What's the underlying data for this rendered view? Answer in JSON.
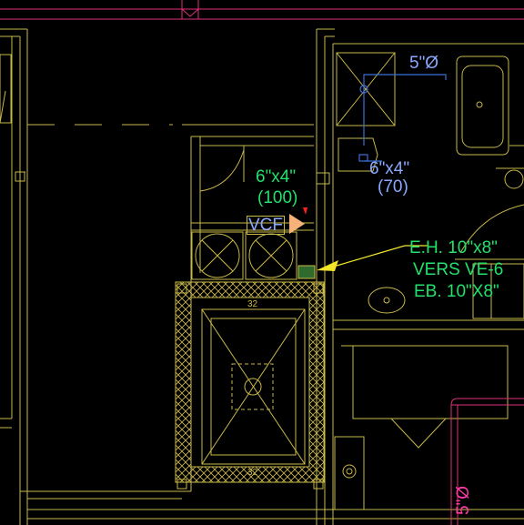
{
  "labels": {
    "duct_top_right": "5\"Ø",
    "duct_green_size": "6\"x4\"",
    "duct_green_flow": "(100)",
    "duct_blue_size": "6\"x4\"",
    "duct_blue_flow": "(70)",
    "vcf_tag": "VCF",
    "note_line1": "E.H. 10\"x8\"",
    "note_line2": "VERS VE-6",
    "note_line3": "EB. 10\"X8\"",
    "duct_vertical": "5\"Ø",
    "room_code_top": "32",
    "room_code_bottom": "32"
  },
  "colors": {
    "background": "#000000",
    "walls": "#c9b84a",
    "duct_blue": "#3b6fd6",
    "text_green": "#22e06a",
    "text_blue": "#8aa8ff",
    "magenta": "#e0307a",
    "leader": "#f2e62a",
    "arrow": "#f7b27a"
  }
}
